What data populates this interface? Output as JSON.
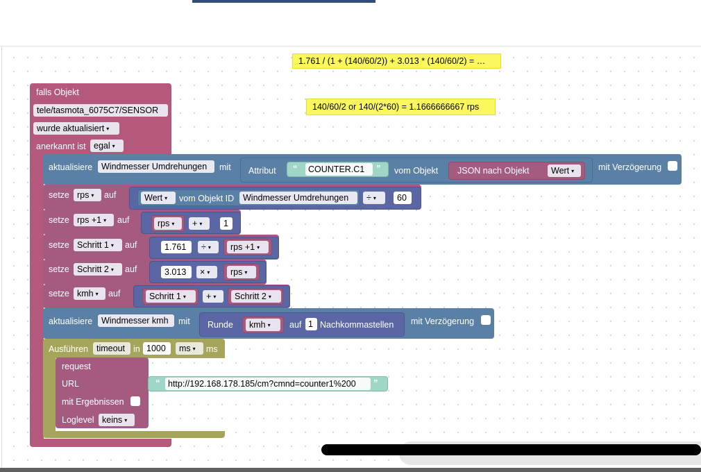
{
  "comments": {
    "formula": "1.761 / (1 + (140/60/2)) + 3.013 * (140/60/2) = …",
    "rps_note": "140/60/2 or 140/(2*60) = 1.1666666667 rps"
  },
  "trigger": {
    "label": "falls Objekt",
    "object_id": "tele/tasmota_6075C7/SENSOR",
    "event": "wurde aktualisiert",
    "ack_label": "anerkannt ist",
    "ack_value": "egal"
  },
  "update_rotations": {
    "label": "aktualisiere",
    "target": "Windmesser Umdrehungen",
    "with_label": "mit",
    "attr_label": "Attribut",
    "attr_value": "COUNTER.C1",
    "from_label": "vom Objekt",
    "json_label": "JSON nach Objekt",
    "json_value": "Wert",
    "delay_label": "mit Verzögerung"
  },
  "set_rps": {
    "label": "setze",
    "var": "rps",
    "to_label": "auf",
    "prop": "Wert",
    "of_label": "vom Objekt ID",
    "object": "Windmesser Umdrehungen",
    "op": "÷",
    "num": "60"
  },
  "set_rps1": {
    "label": "setze",
    "var": "rps +1",
    "to_label": "auf",
    "a": "rps",
    "op": "+",
    "num": "1"
  },
  "set_step1": {
    "label": "setze",
    "var": "Schritt 1",
    "to_label": "auf",
    "num": "1.761",
    "op": "÷",
    "b": "rps +1"
  },
  "set_step2": {
    "label": "setze",
    "var": "Schritt 2",
    "to_label": "auf",
    "num": "3.013",
    "op": "×",
    "b": "rps"
  },
  "set_kmh": {
    "label": "setze",
    "var": "kmh",
    "to_label": "auf",
    "a": "Schritt 1",
    "op": "+",
    "b": "Schritt 2"
  },
  "update_kmh": {
    "label": "aktualisiere",
    "target": "Windmesser kmh",
    "with_label": "mit",
    "round_label": "Runde",
    "round_var": "kmh",
    "on_label": "auf",
    "decimals": "1",
    "decimals_label": "Nachkommastellen",
    "delay_label": "mit Verzögerung"
  },
  "timeout": {
    "run_label": "Ausführen",
    "name": "timeout",
    "in_label": "in",
    "value": "1000",
    "unit": "ms",
    "unit_label": "ms"
  },
  "request": {
    "label": "request",
    "url_label": "URL",
    "url": "http://192.168.178.185/cm?cmnd=counter1%200",
    "results_label": "mit Ergebnissen",
    "loglevel_label": "Loglevel",
    "loglevel": "keins"
  },
  "dropdown_arrow": "▾",
  "quote_open": "“",
  "quote_close": "”",
  "colors": {
    "event_block": "#b4597b",
    "action_block": "#5b80a5",
    "math_block": "#5b67a5",
    "variable_block": "#a55b80",
    "timeout_block": "#a5a65b",
    "string_block": "#9fd6c6",
    "comment": "#fbf75e"
  }
}
